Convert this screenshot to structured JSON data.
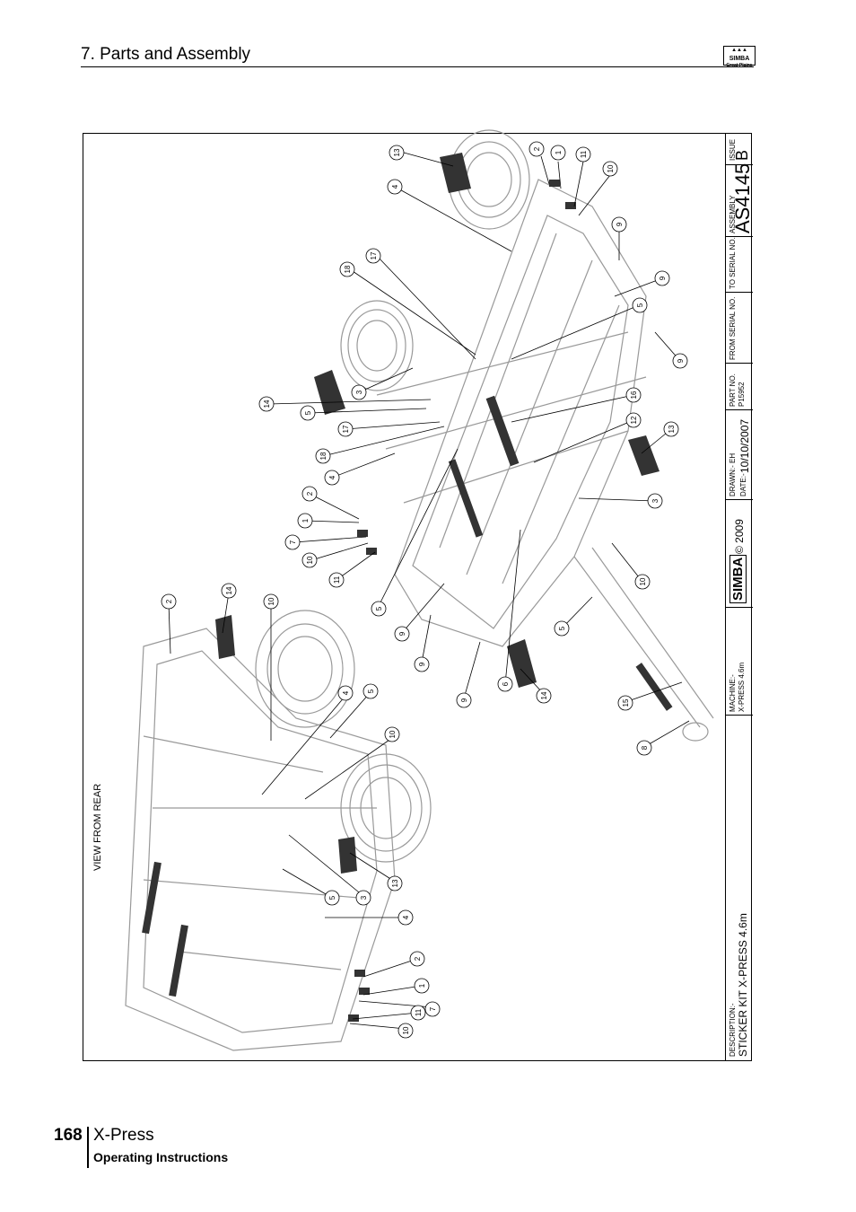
{
  "header": {
    "section_title": "7. Parts and Assembly"
  },
  "brand_logo": {
    "name": "SIMBA",
    "line2": "Great Plains"
  },
  "drawing": {
    "view_label": "VIEW FROM REAR",
    "callouts_top": [
      "13",
      "2",
      "1",
      "11",
      "10",
      "4",
      "9",
      "17",
      "18",
      "9",
      "5",
      "9",
      "3",
      "16",
      "14",
      "5",
      "17",
      "12",
      "13",
      "18",
      "4",
      "2",
      "3",
      "1",
      "7",
      "10",
      "11",
      "10",
      "5",
      "9",
      "9",
      "5",
      "6",
      "14",
      "15",
      "8",
      "9"
    ],
    "callouts_bottom": [
      "2",
      "14",
      "10",
      "4",
      "5",
      "10",
      "13",
      "3",
      "5",
      "4",
      "2",
      "1",
      "7",
      "11",
      "10"
    ]
  },
  "title_block": {
    "description_label": "DESCRIPTION:-",
    "description": "STICKER KIT X-PRESS 4.6m",
    "machine_label": "MACHINE:-",
    "machine": "X-PRESS 4.6m",
    "logo": "SIMBA",
    "copyright": "© 2009",
    "drawn_label": "DRAWN:- EH",
    "date_label": "DATE:-",
    "date": "10/10/2007",
    "part_no_label": "PART NO.",
    "part_no": "P15952",
    "from_serial_label": "FROM SERIAL NO.",
    "to_serial_label": "TO SERIAL NO.",
    "assembly_label": "ASSEMBLY",
    "assembly": "AS4145",
    "issue_label": "ISSUE",
    "issue": "B"
  },
  "footer": {
    "page_number": "168",
    "product": "X-Press",
    "subtitle": "Operating Instructions"
  }
}
